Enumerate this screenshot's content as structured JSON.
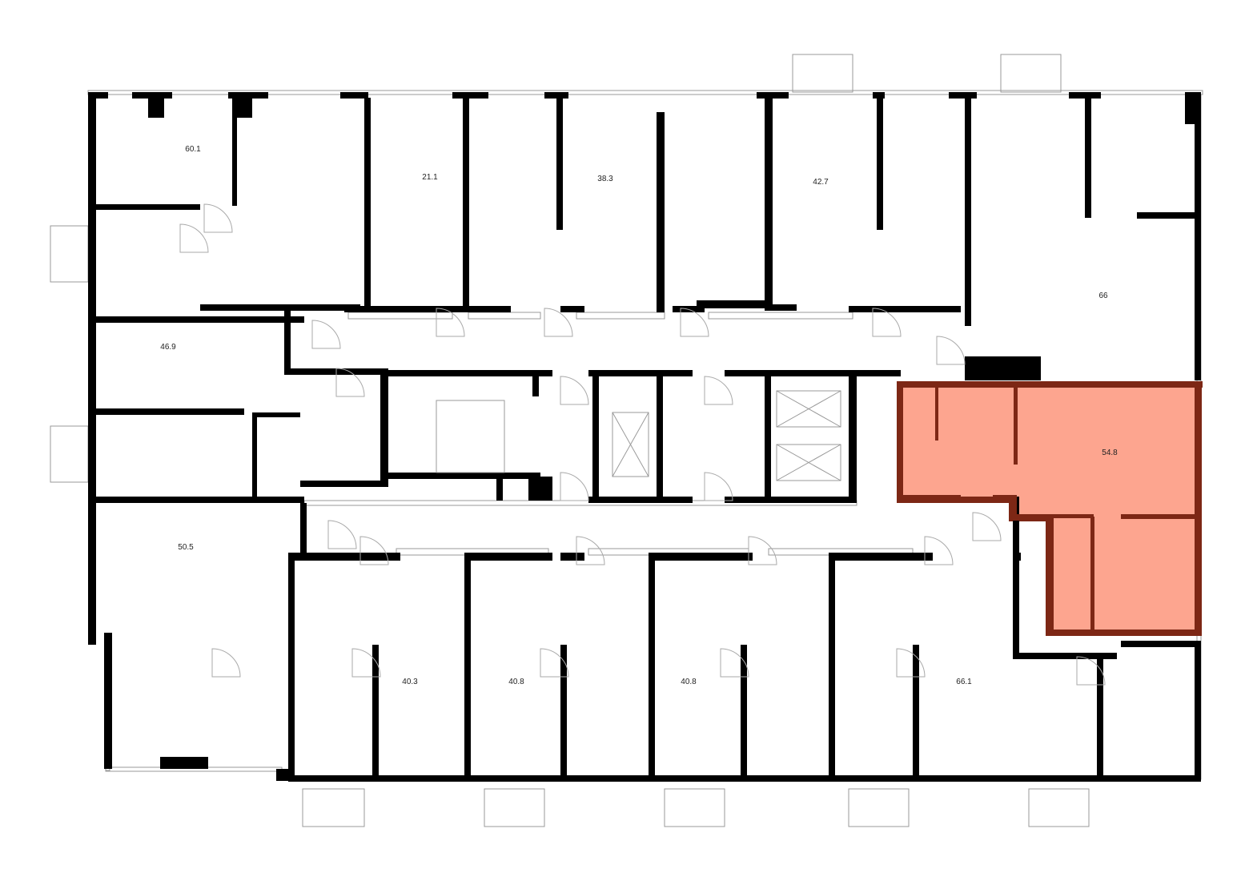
{
  "floor_plan": {
    "units": [
      {
        "id": "unit-60-1",
        "area": "60.1"
      },
      {
        "id": "unit-21-1",
        "area": "21.1"
      },
      {
        "id": "unit-38-3",
        "area": "38.3"
      },
      {
        "id": "unit-42-7",
        "area": "42.7"
      },
      {
        "id": "unit-66",
        "area": "66"
      },
      {
        "id": "unit-46-9",
        "area": "46.9"
      },
      {
        "id": "unit-54-8",
        "area": "54.8",
        "highlighted": true
      },
      {
        "id": "unit-50-5",
        "area": "50.5"
      },
      {
        "id": "unit-40-3",
        "area": "40.3"
      },
      {
        "id": "unit-40-8-a",
        "area": "40.8"
      },
      {
        "id": "unit-40-8-b",
        "area": "40.8"
      },
      {
        "id": "unit-66-1",
        "area": "66.1"
      }
    ],
    "colors": {
      "wall": "#000000",
      "highlight_fill": "#FDA58F",
      "highlight_wall": "#7D2715"
    }
  }
}
